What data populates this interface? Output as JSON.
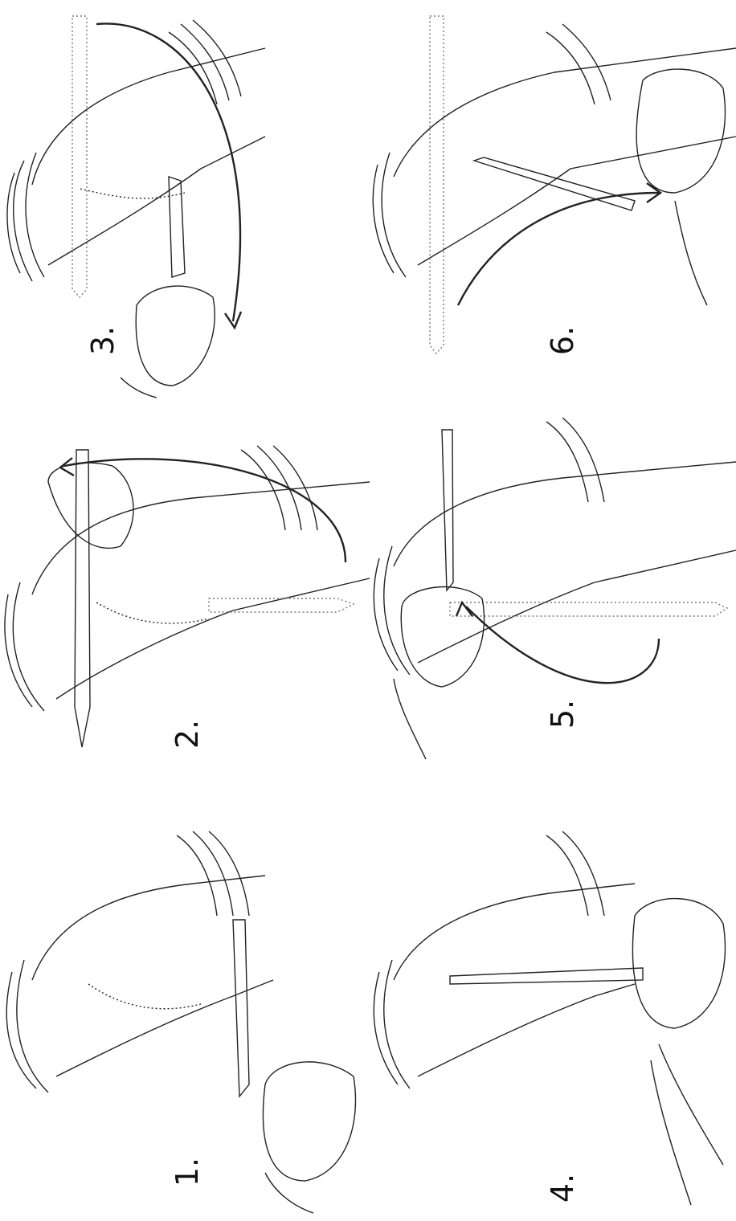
{
  "figure": {
    "panels": [
      {
        "label": "1."
      },
      {
        "label": "2."
      },
      {
        "label": "3."
      },
      {
        "label": "4."
      },
      {
        "label": "5."
      },
      {
        "label": "6."
      }
    ]
  }
}
